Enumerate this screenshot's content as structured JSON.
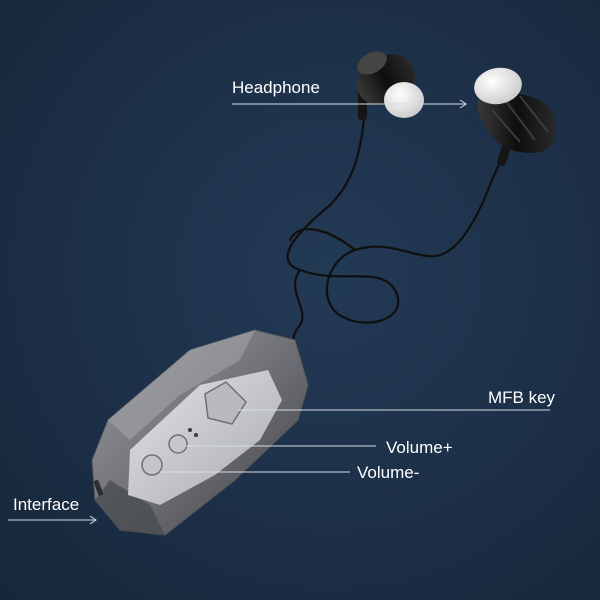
{
  "labels": {
    "headphone": "Headphone",
    "mfb_key": "MFB key",
    "volume_up": "Volume+",
    "volume_down": "Volume-",
    "interface": "Interface"
  },
  "colors": {
    "background": "#1c2f47",
    "label_text": "#ffffff",
    "callout_line": "#d8dde4",
    "device_shell": "#7d7f85",
    "device_panel": "#c9cbcf",
    "earbud_body": "#1a1a1a",
    "ear_tip": "#e8e8e8",
    "cable": "#111111"
  }
}
